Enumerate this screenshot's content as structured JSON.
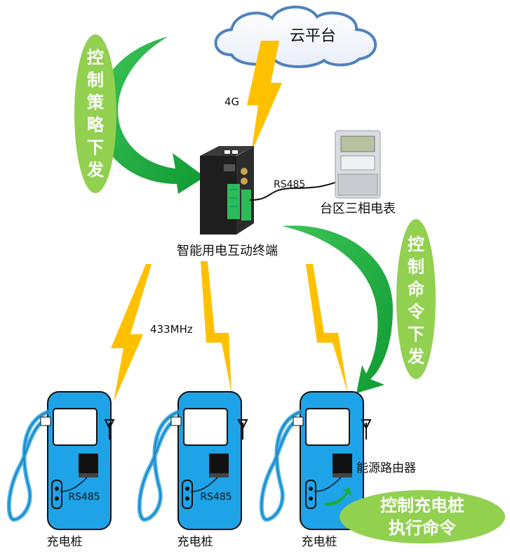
{
  "cloud": {
    "label": "云平台"
  },
  "links": {
    "uplink": "4G",
    "meter_link": "RS485",
    "radio": "433MHz"
  },
  "terminal": {
    "label": "智能用电互动终端"
  },
  "meter": {
    "label": "台区三相电表"
  },
  "policy_bubble": {
    "chars": [
      "控",
      "制",
      "策",
      "略",
      "下",
      "发"
    ]
  },
  "command_bubble": {
    "chars": [
      "控",
      "制",
      "命",
      "令",
      "下",
      "发"
    ]
  },
  "chargers": [
    {
      "label": "充电桩",
      "port": "RS485"
    },
    {
      "label": "充电桩",
      "port": "RS485"
    },
    {
      "label": "充电桩",
      "port": ""
    }
  ],
  "router": {
    "label": "能源路由器"
  },
  "exec_bubble": {
    "line1": "控制充电桩",
    "line2": "执行命令"
  },
  "colors": {
    "green": "#1aab3b",
    "bubble_green": "#92d050",
    "bolt": "#ffc000",
    "charger_blue": "#1fa3e8",
    "cloud_stroke": "#4f81bd"
  }
}
